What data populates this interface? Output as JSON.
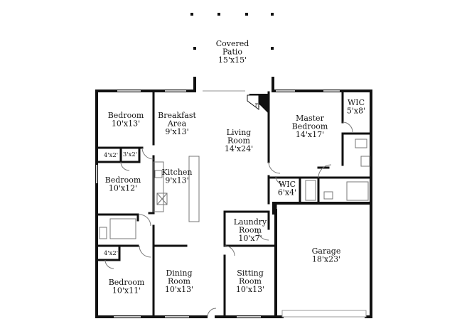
{
  "colors": {
    "wall": "#111111",
    "fixture": "#777777",
    "window": "#c9c9c9"
  },
  "rooms": {
    "patio": {
      "name": "Covered\nPatio",
      "size": "15'x15'"
    },
    "bedroom_ne": {
      "name": "Bedroom",
      "size": "10'x13'"
    },
    "breakfast": {
      "name": "Breakfast\nArea",
      "size": "9'x13'"
    },
    "living": {
      "name": "Living\nRoom",
      "size": "14'x24'"
    },
    "fireplace": {
      "name": "FP"
    },
    "master": {
      "name": "Master\nBedroom",
      "size": "14'x17'"
    },
    "wic_master": {
      "name": "WIC",
      "size": "5'x8'"
    },
    "closet_a": {
      "name": "4'x2'"
    },
    "closet_b": {
      "name": "3'x2'"
    },
    "kitchen": {
      "name": "Kitchen",
      "size": "9'x13'"
    },
    "bedroom_mid": {
      "name": "Bedroom",
      "size": "10'x12'"
    },
    "wic_small": {
      "name": "WIC",
      "size": "6'x4'"
    },
    "laundry": {
      "name": "Laundry\nRoom",
      "size": "10'x7'"
    },
    "garage": {
      "name": "Garage",
      "size": "18'x23'"
    },
    "closet_c": {
      "name": "4'x2'"
    },
    "bedroom_sw": {
      "name": "Bedroom",
      "size": "10'x11'"
    },
    "dining": {
      "name": "Dining\nRoom",
      "size": "10'x13'"
    },
    "sitting": {
      "name": "Sitting\nRoom",
      "size": "10'x13'"
    }
  }
}
